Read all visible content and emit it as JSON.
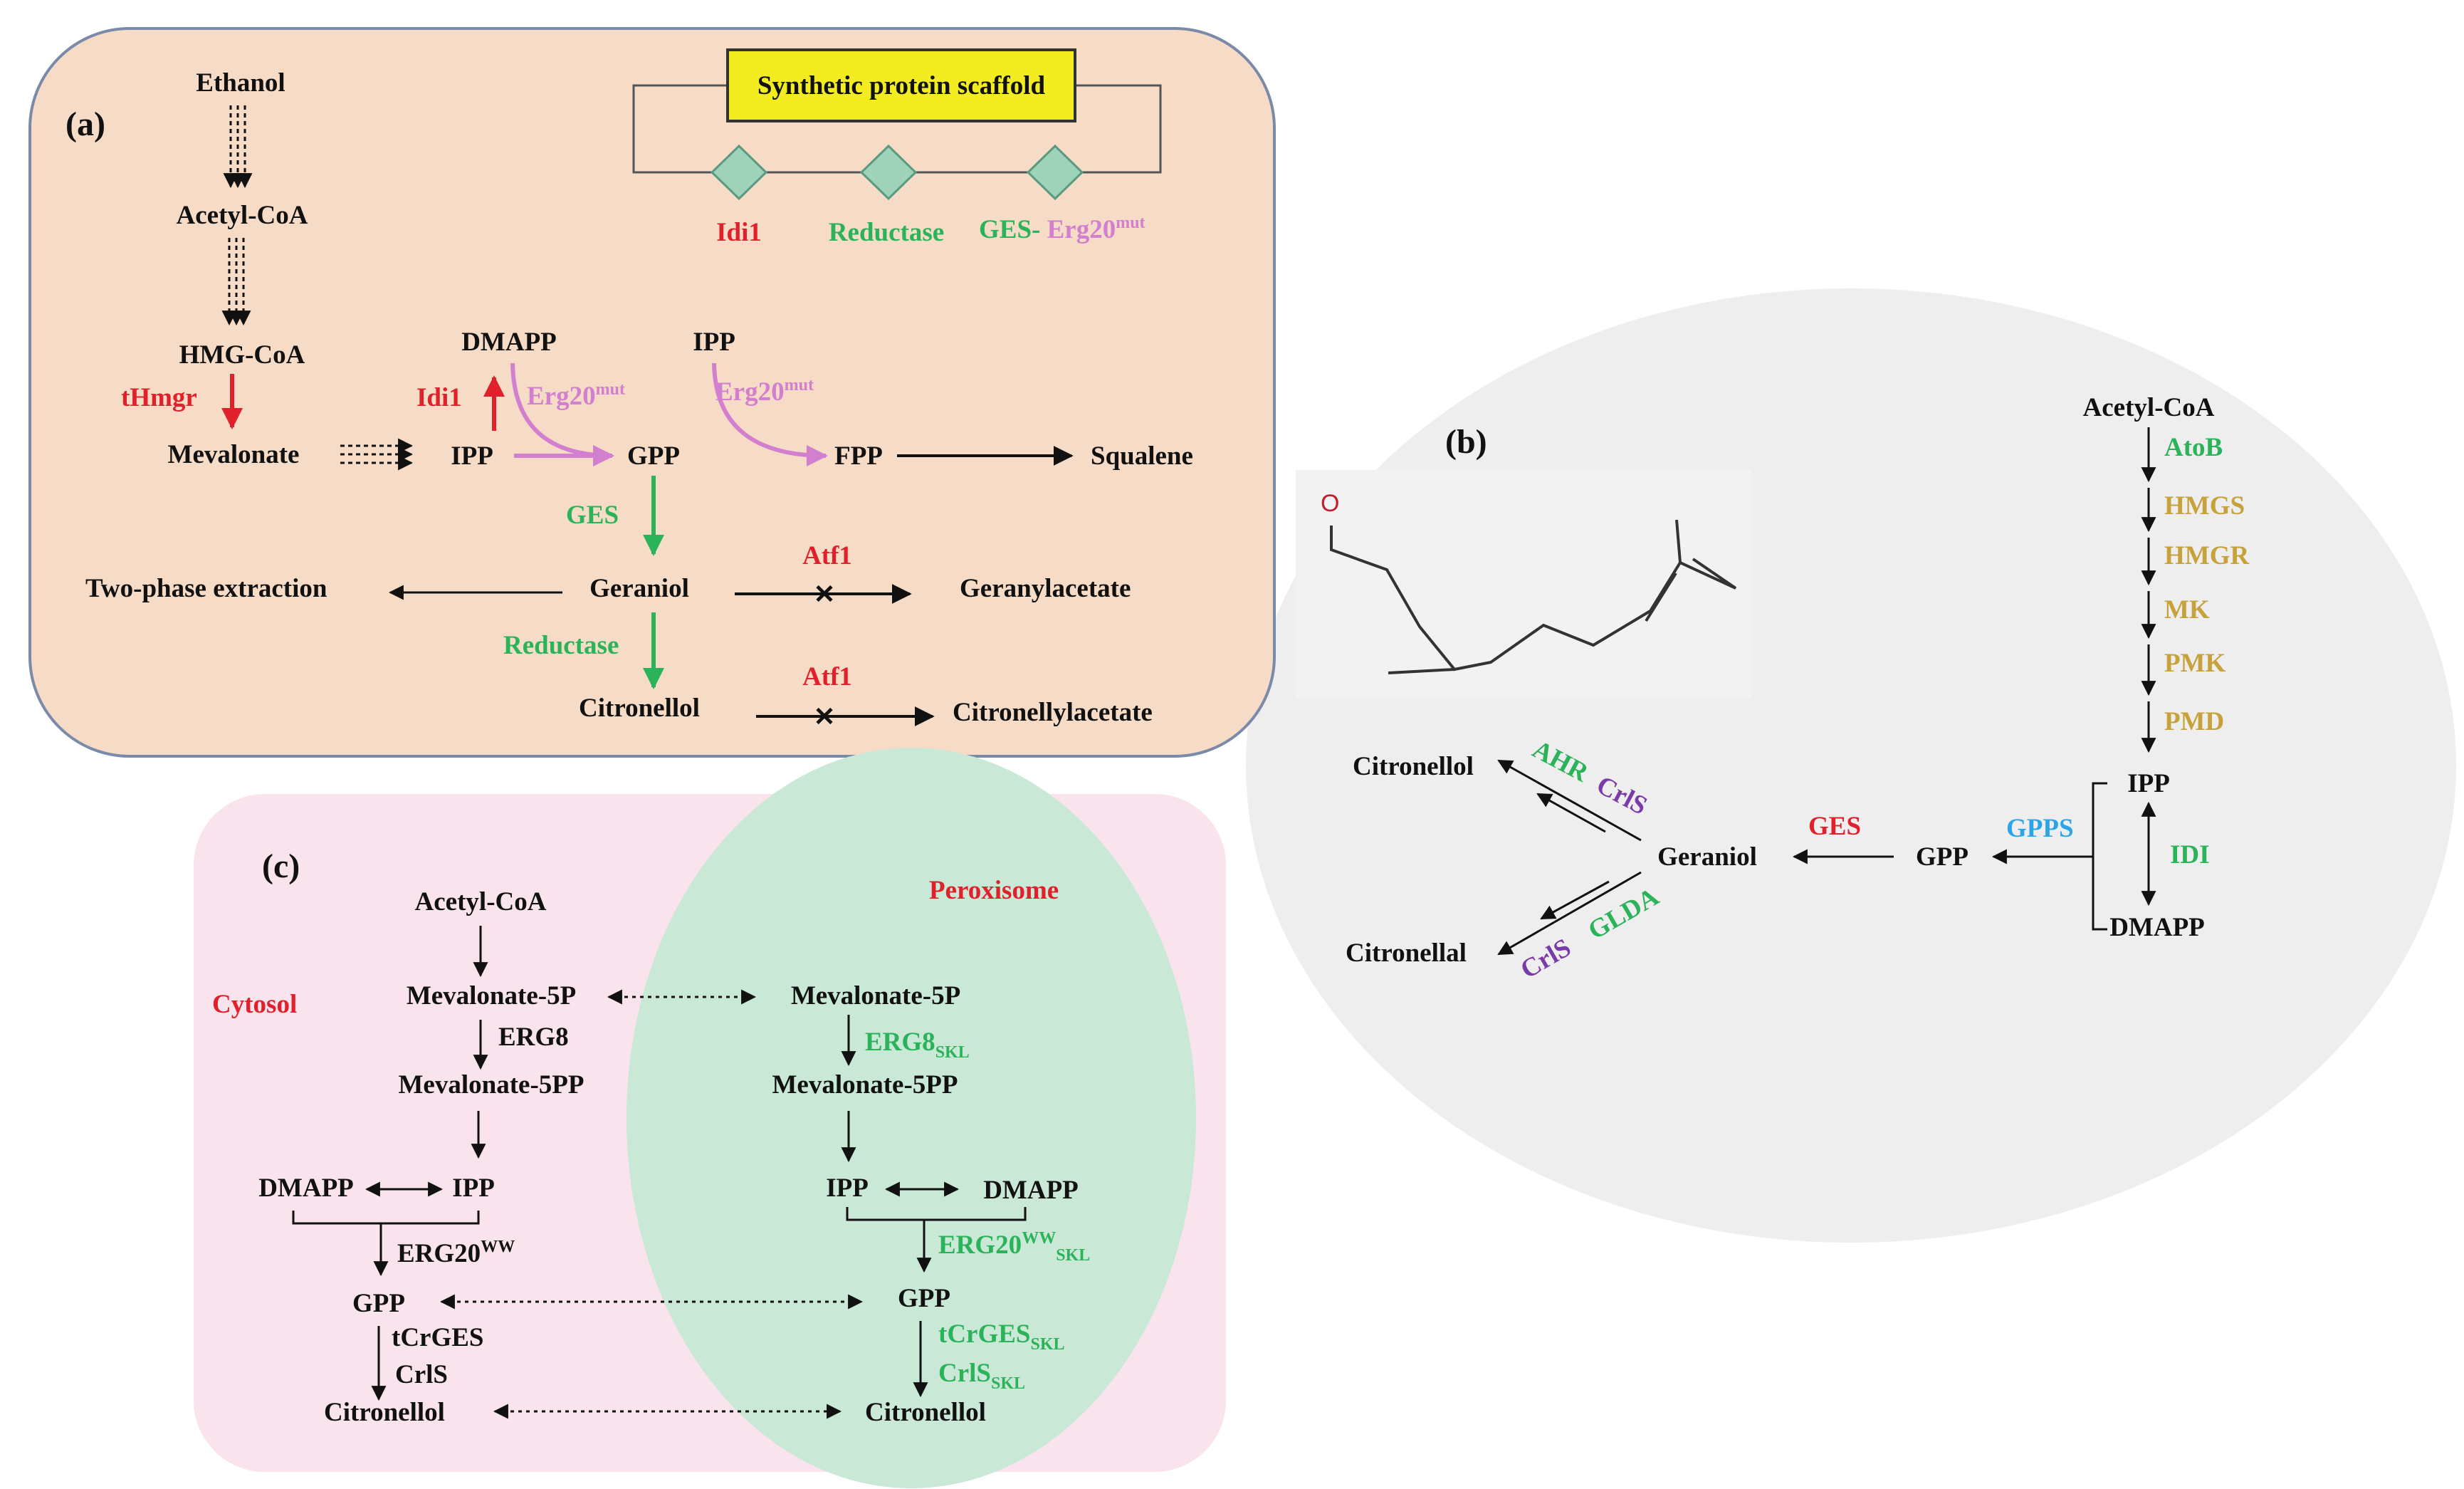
{
  "panel_a": {
    "label": "(a)",
    "scaffold_title": "Synthetic protein scaffold",
    "scaffold_items": [
      "Idi1",
      "Reductase",
      "GES- "
    ],
    "scaffold_erg": "Erg20",
    "mut": "mut",
    "ethanol": "Ethanol",
    "acetyl_coa": "Acetyl-CoA",
    "hmg_coa": "HMG-CoA",
    "thmgr": "tHmgr",
    "mevalonate": "Mevalonate",
    "dmapp": "DMAPP",
    "ipp_top": "IPP",
    "idi1": "Idi1",
    "erg20_a": "Erg20",
    "erg20_b": "Erg20",
    "ipp": "IPP",
    "gpp": "GPP",
    "fpp": "FPP",
    "squalene": "Squalene",
    "ges": "GES",
    "two_phase": "Two-phase extraction",
    "geraniol": "Geraniol",
    "atf1_a": "Atf1",
    "geranylacetate": "Geranylacetate",
    "reductase": "Reductase",
    "citronellol": "Citronellol",
    "atf1_b": "Atf1",
    "citronellylacetate": "Citronellylacetate"
  },
  "panel_b": {
    "label": "(b)",
    "molecule_atom": "O",
    "acetyl_coa": "Acetyl-CoA",
    "enzymes": [
      "AtoB",
      "HMGS",
      "HMGR",
      "MK",
      "PMK",
      "PMD"
    ],
    "ipp": "IPP",
    "idi": "IDI",
    "dmapp": "DMAPP",
    "gpps": "GPPS",
    "gpp": "GPP",
    "ges": "GES",
    "geraniol": "Geraniol",
    "ahr": "AHR",
    "crls_a": "CrlS",
    "crls_b": "CrlS",
    "glda": "GLDA",
    "citronellol": "Citronellol",
    "citronellal": "Citronellal"
  },
  "panel_c": {
    "label": "(c)",
    "cytosol": "Cytosol",
    "peroxisome": "Peroxisome",
    "acetyl_coa": "Acetyl-CoA",
    "mev5p_c": "Mevalonate-5P",
    "erg8": "ERG8",
    "mev5pp_c": "Mevalonate-5PP",
    "dmapp_c": "DMAPP",
    "ipp_c": "IPP",
    "erg20ww": "ERG20",
    "ww": "WW",
    "gpp_c": "GPP",
    "tcrges": "tCrGES",
    "crls": "CrlS",
    "citronellol_c": "Citronellol",
    "mev5p_p": "Mevalonate-5P",
    "erg8_p": "ERG8",
    "skl": "SKL",
    "mev5pp_p": "Mevalonate-5PP",
    "ipp_p": "IPP",
    "dmapp_p": "DMAPP",
    "erg20_p": "ERG20",
    "gpp_p": "GPP",
    "tcrges_p": "tCrGES",
    "crls_p": "CrlS",
    "citronellol_p": "Citronellol"
  },
  "colors": {
    "panel_a_bg": "#f6dcc6",
    "panel_b_bg": "#eeeeee",
    "panel_c_bg": "#f9e4ee",
    "peroxisome_bg": "#c9e8d6",
    "scaffold_box": "#f2ec20",
    "diamond": "#9ed3b9"
  }
}
